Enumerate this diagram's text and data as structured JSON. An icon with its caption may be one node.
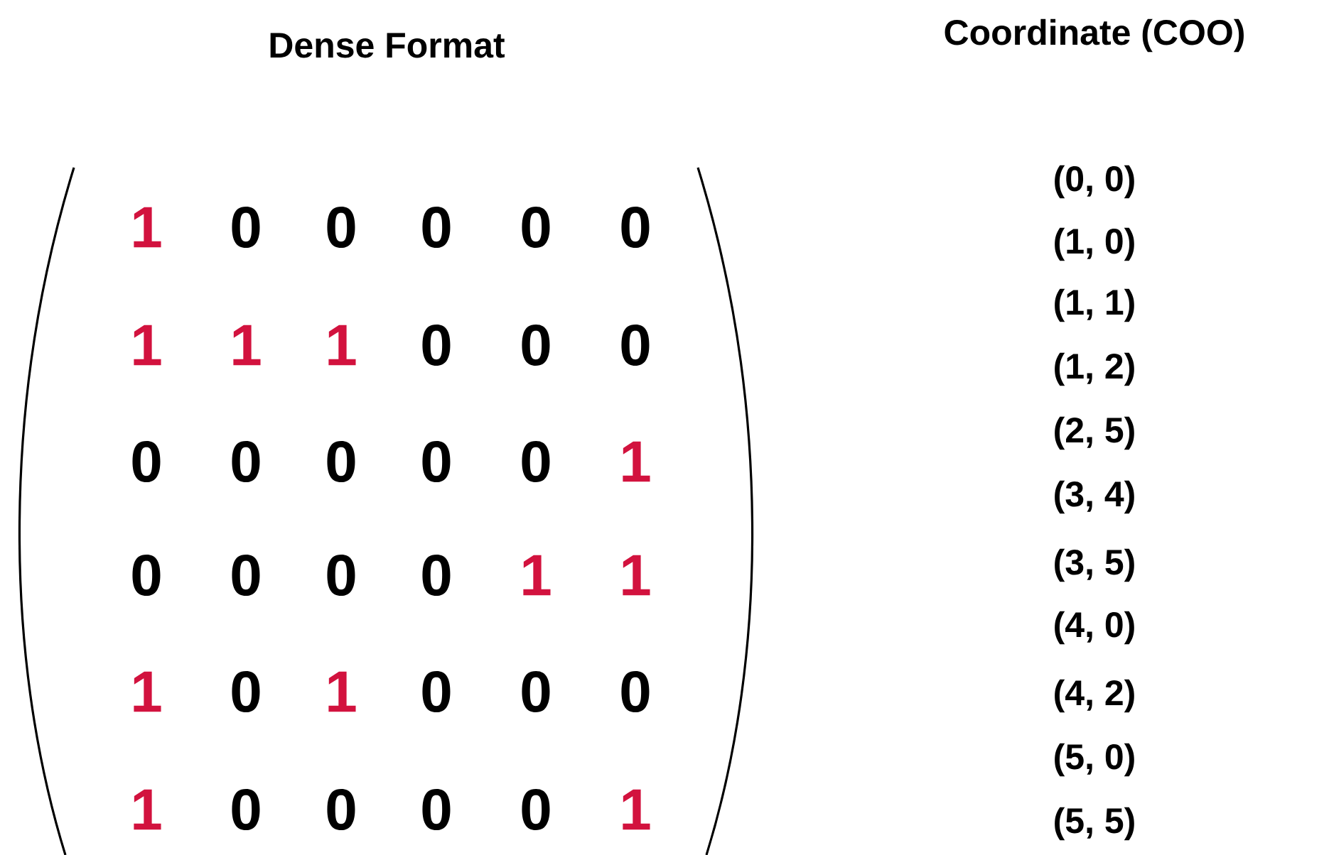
{
  "diagram": {
    "labels": [
      "Dense Format",
      "Coordinate (COO)",
      "1",
      "0",
      "0",
      "0",
      "0",
      "0",
      "1",
      "1",
      "1",
      "0",
      "0",
      "0",
      "0",
      "0",
      "0",
      "0",
      "0",
      "1",
      "0",
      "0",
      "0",
      "0",
      "1",
      "1",
      "1",
      "0",
      "1",
      "0",
      "0",
      "0",
      "1",
      "0",
      "0",
      "0",
      "0",
      "1",
      "(0, 0)",
      "(1, 0)",
      "(1, 1)",
      "(1, 2)",
      "(2, 5)",
      "(3, 4)",
      "(3, 5)",
      "(4, 0)",
      "(4, 2)",
      "(5, 0)",
      "(5, 5)"
    ]
  }
}
